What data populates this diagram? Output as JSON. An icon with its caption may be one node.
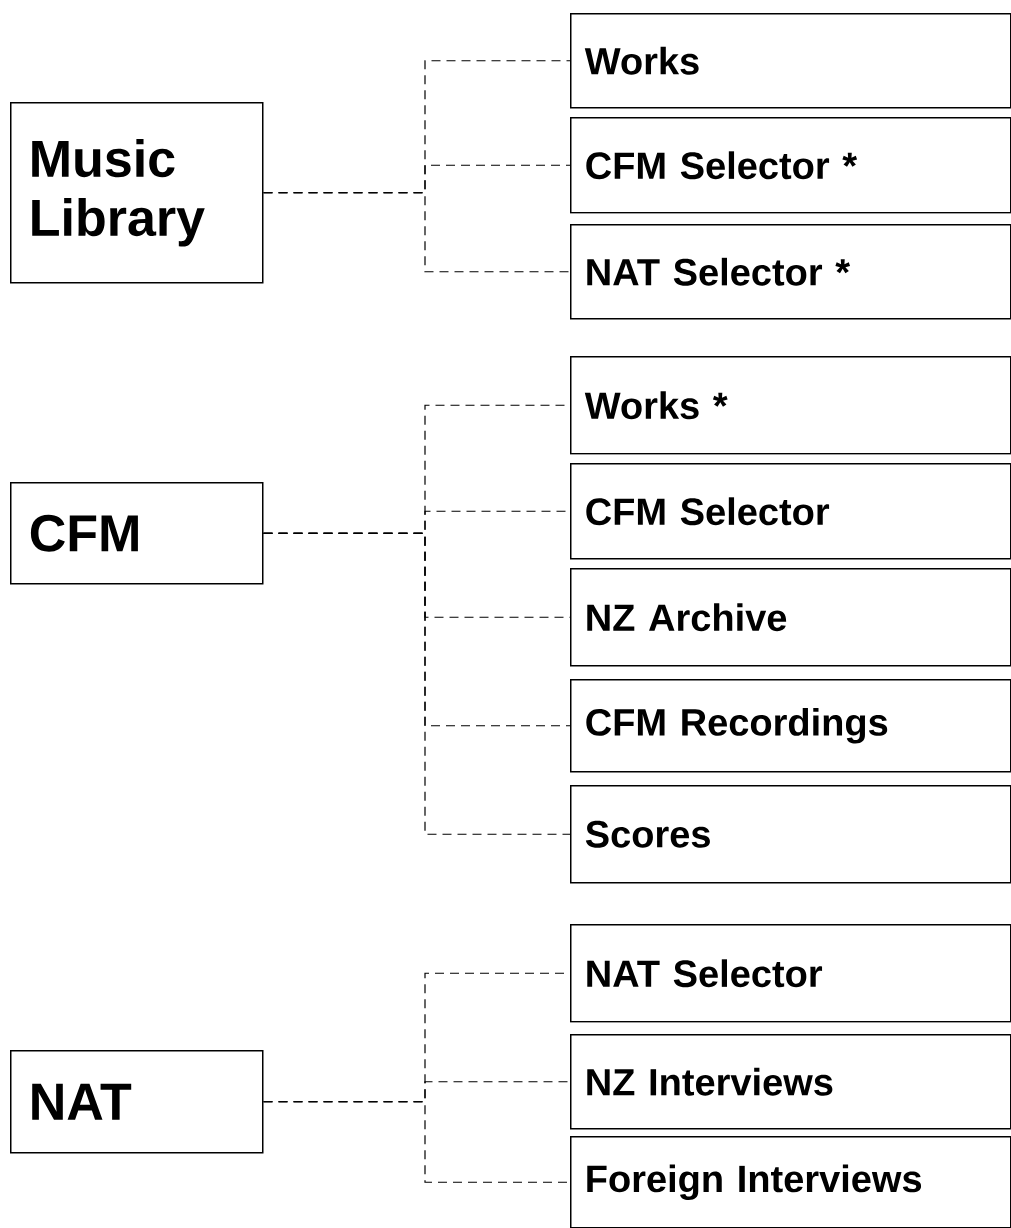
{
  "diagram": {
    "nodes": [
      {
        "text": [
          "Music Library"
        ]
      },
      {
        "text": [
          "Works"
        ]
      },
      {
        "text": [
          "CFM Selector *"
        ]
      },
      {
        "text": [
          "NAT Selector *"
        ]
      },
      {
        "text": [
          "CFM"
        ]
      },
      {
        "text": [
          "Works  *"
        ]
      },
      {
        "text": [
          "CFM Selector"
        ]
      },
      {
        "text": [
          "NZ Archive"
        ]
      },
      {
        "text": [
          "CFM Recordings"
        ]
      },
      {
        "text": [
          "Scores"
        ]
      },
      {
        "text": [
          "NAT"
        ]
      },
      {
        "text": [
          "NAT Selector"
        ]
      },
      {
        "text": [
          "NZ Interviews"
        ]
      },
      {
        "text": [
          "Foreign Interviews"
        ]
      }
    ],
    "edges": [
      {
        "from": 0,
        "to": 1,
        "arrow": "none",
        "style": "dashed"
      },
      {
        "from": 0,
        "to": 2,
        "arrow": "none",
        "style": "dashed"
      },
      {
        "from": 0,
        "to": 3,
        "arrow": "none",
        "style": "dashed"
      },
      {
        "from": 4,
        "to": 5,
        "arrow": "none",
        "style": "dashed"
      },
      {
        "from": 4,
        "to": 6,
        "arrow": "none",
        "style": "dashed"
      },
      {
        "from": 4,
        "to": 7,
        "arrow": "none",
        "style": "dashed"
      },
      {
        "from": 4,
        "to": 8,
        "arrow": "none",
        "style": "dashed"
      },
      {
        "from": 4,
        "to": 9,
        "arrow": "none",
        "style": "dashed"
      },
      {
        "from": 10,
        "to": 11,
        "arrow": "none",
        "style": "dashed"
      },
      {
        "from": 10,
        "to": 12,
        "arrow": "none",
        "style": "dashed"
      },
      {
        "from": 10,
        "to": 13,
        "arrow": "none",
        "style": "dashed"
      }
    ]
  }
}
